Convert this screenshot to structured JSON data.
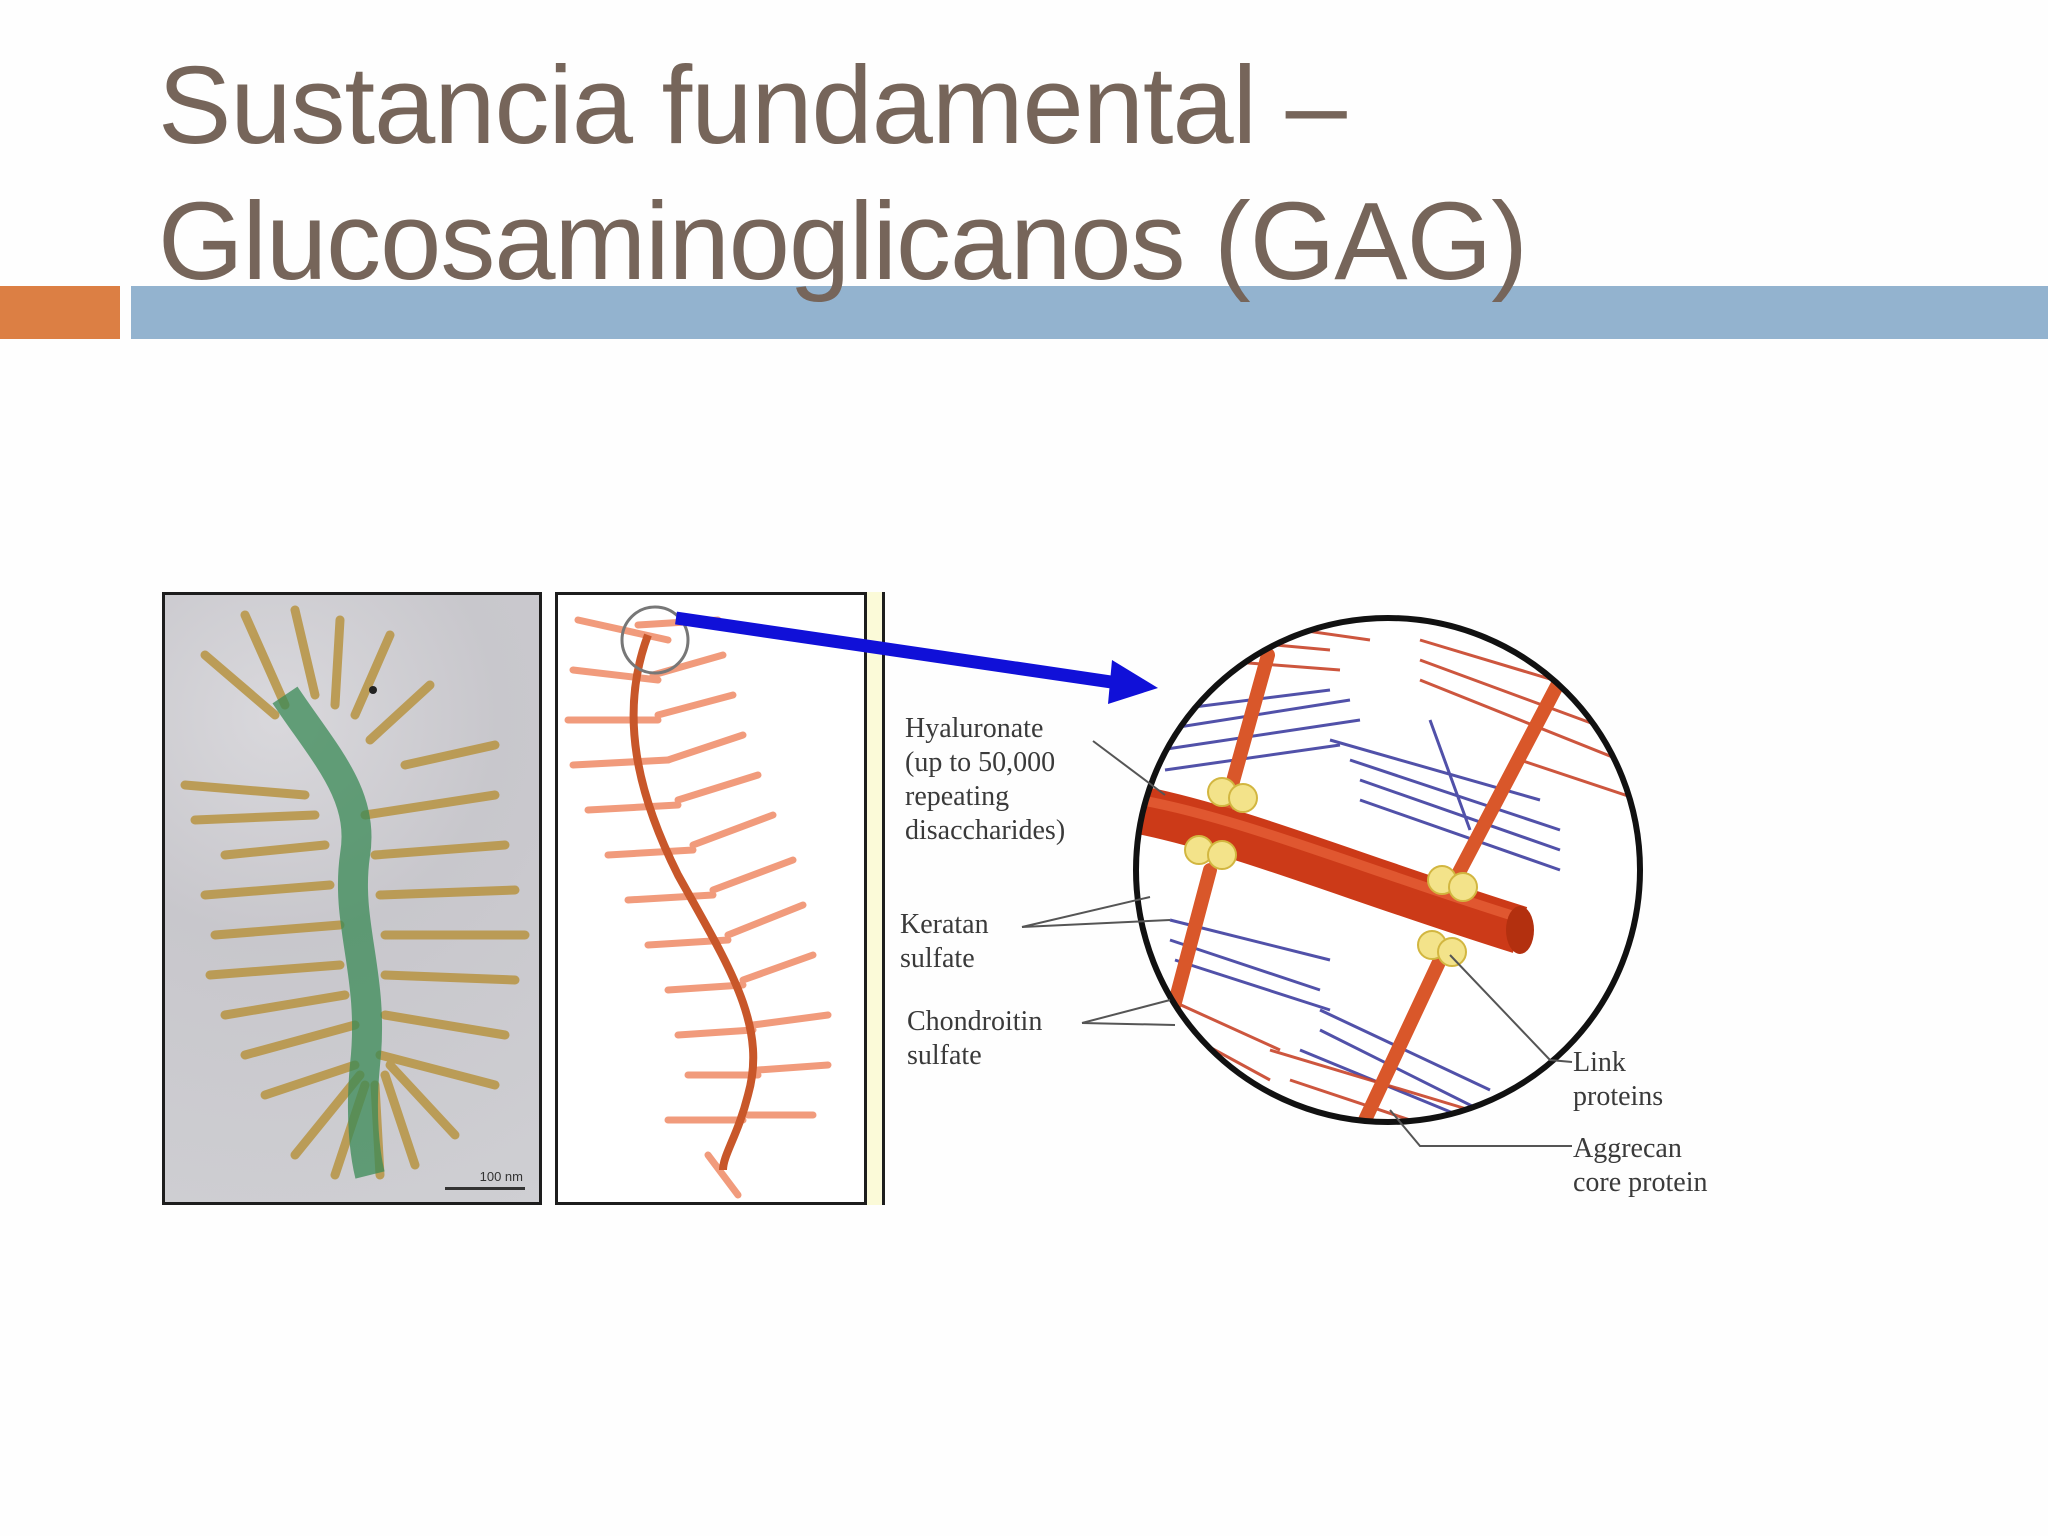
{
  "slide": {
    "title_line1": "Sustancia fundamental –",
    "title_line2": "Glucosaminoglicanos (GAG)",
    "colors": {
      "title": "#76655a",
      "accent_orange": "#dc7f44",
      "accent_blue": "#93b3cf",
      "arrow": "#1010d8",
      "core_protein": "#d9481e",
      "keratan_strands": "#3f3fa0",
      "chondroitin_strands": "#c8442a",
      "link_proteins": "#f3e38a"
    }
  },
  "figure": {
    "micrograph": {
      "scale_bar_label": "100 nm"
    },
    "labels": {
      "hyaluronate": [
        "Hyaluronate",
        "(up to 50,000",
        "repeating",
        "disaccharides)"
      ],
      "keratan": [
        "Keratan",
        "sulfate"
      ],
      "chondroitin": [
        "Chondroitin",
        "sulfate"
      ],
      "link": [
        "Link",
        "proteins"
      ],
      "aggrecan": [
        "Aggrecan",
        "core protein"
      ]
    }
  }
}
